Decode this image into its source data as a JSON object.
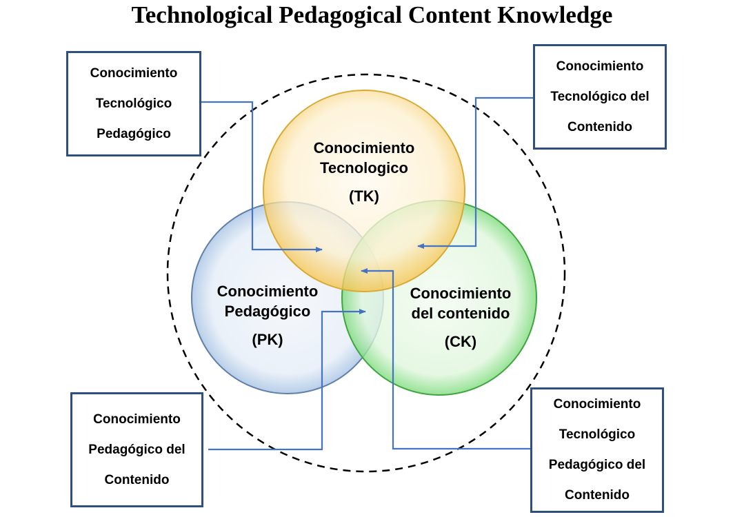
{
  "title": "Technological Pedagogical Content Knowledge",
  "circles": {
    "tk": {
      "line1": "Conocimiento",
      "line2": "Tecnologico",
      "abbr": "(TK)"
    },
    "pk": {
      "line1": "Conocimiento",
      "line2": "Pedagógico",
      "abbr": "(PK)"
    },
    "ck": {
      "line1": "Conocimiento",
      "line2": "del contenido",
      "abbr": "(CK)"
    }
  },
  "boxes": {
    "tpk": [
      "Conocimiento",
      "Tecnológico",
      "Pedagógico"
    ],
    "tck": [
      "Conocimiento",
      "Tecnológico del",
      "Contenido"
    ],
    "pck": [
      "Conocimiento",
      "Pedagógico del",
      "Contenido"
    ],
    "tpack": [
      "Conocimiento",
      "Tecnológico",
      "Pedagógico del",
      "Contenido"
    ]
  },
  "colors": {
    "tk": "#f5c24a",
    "pk": "#8fb3dc",
    "ck": "#4ecf4e",
    "connector": "#4472c4",
    "box_border": "#2f4f80"
  }
}
